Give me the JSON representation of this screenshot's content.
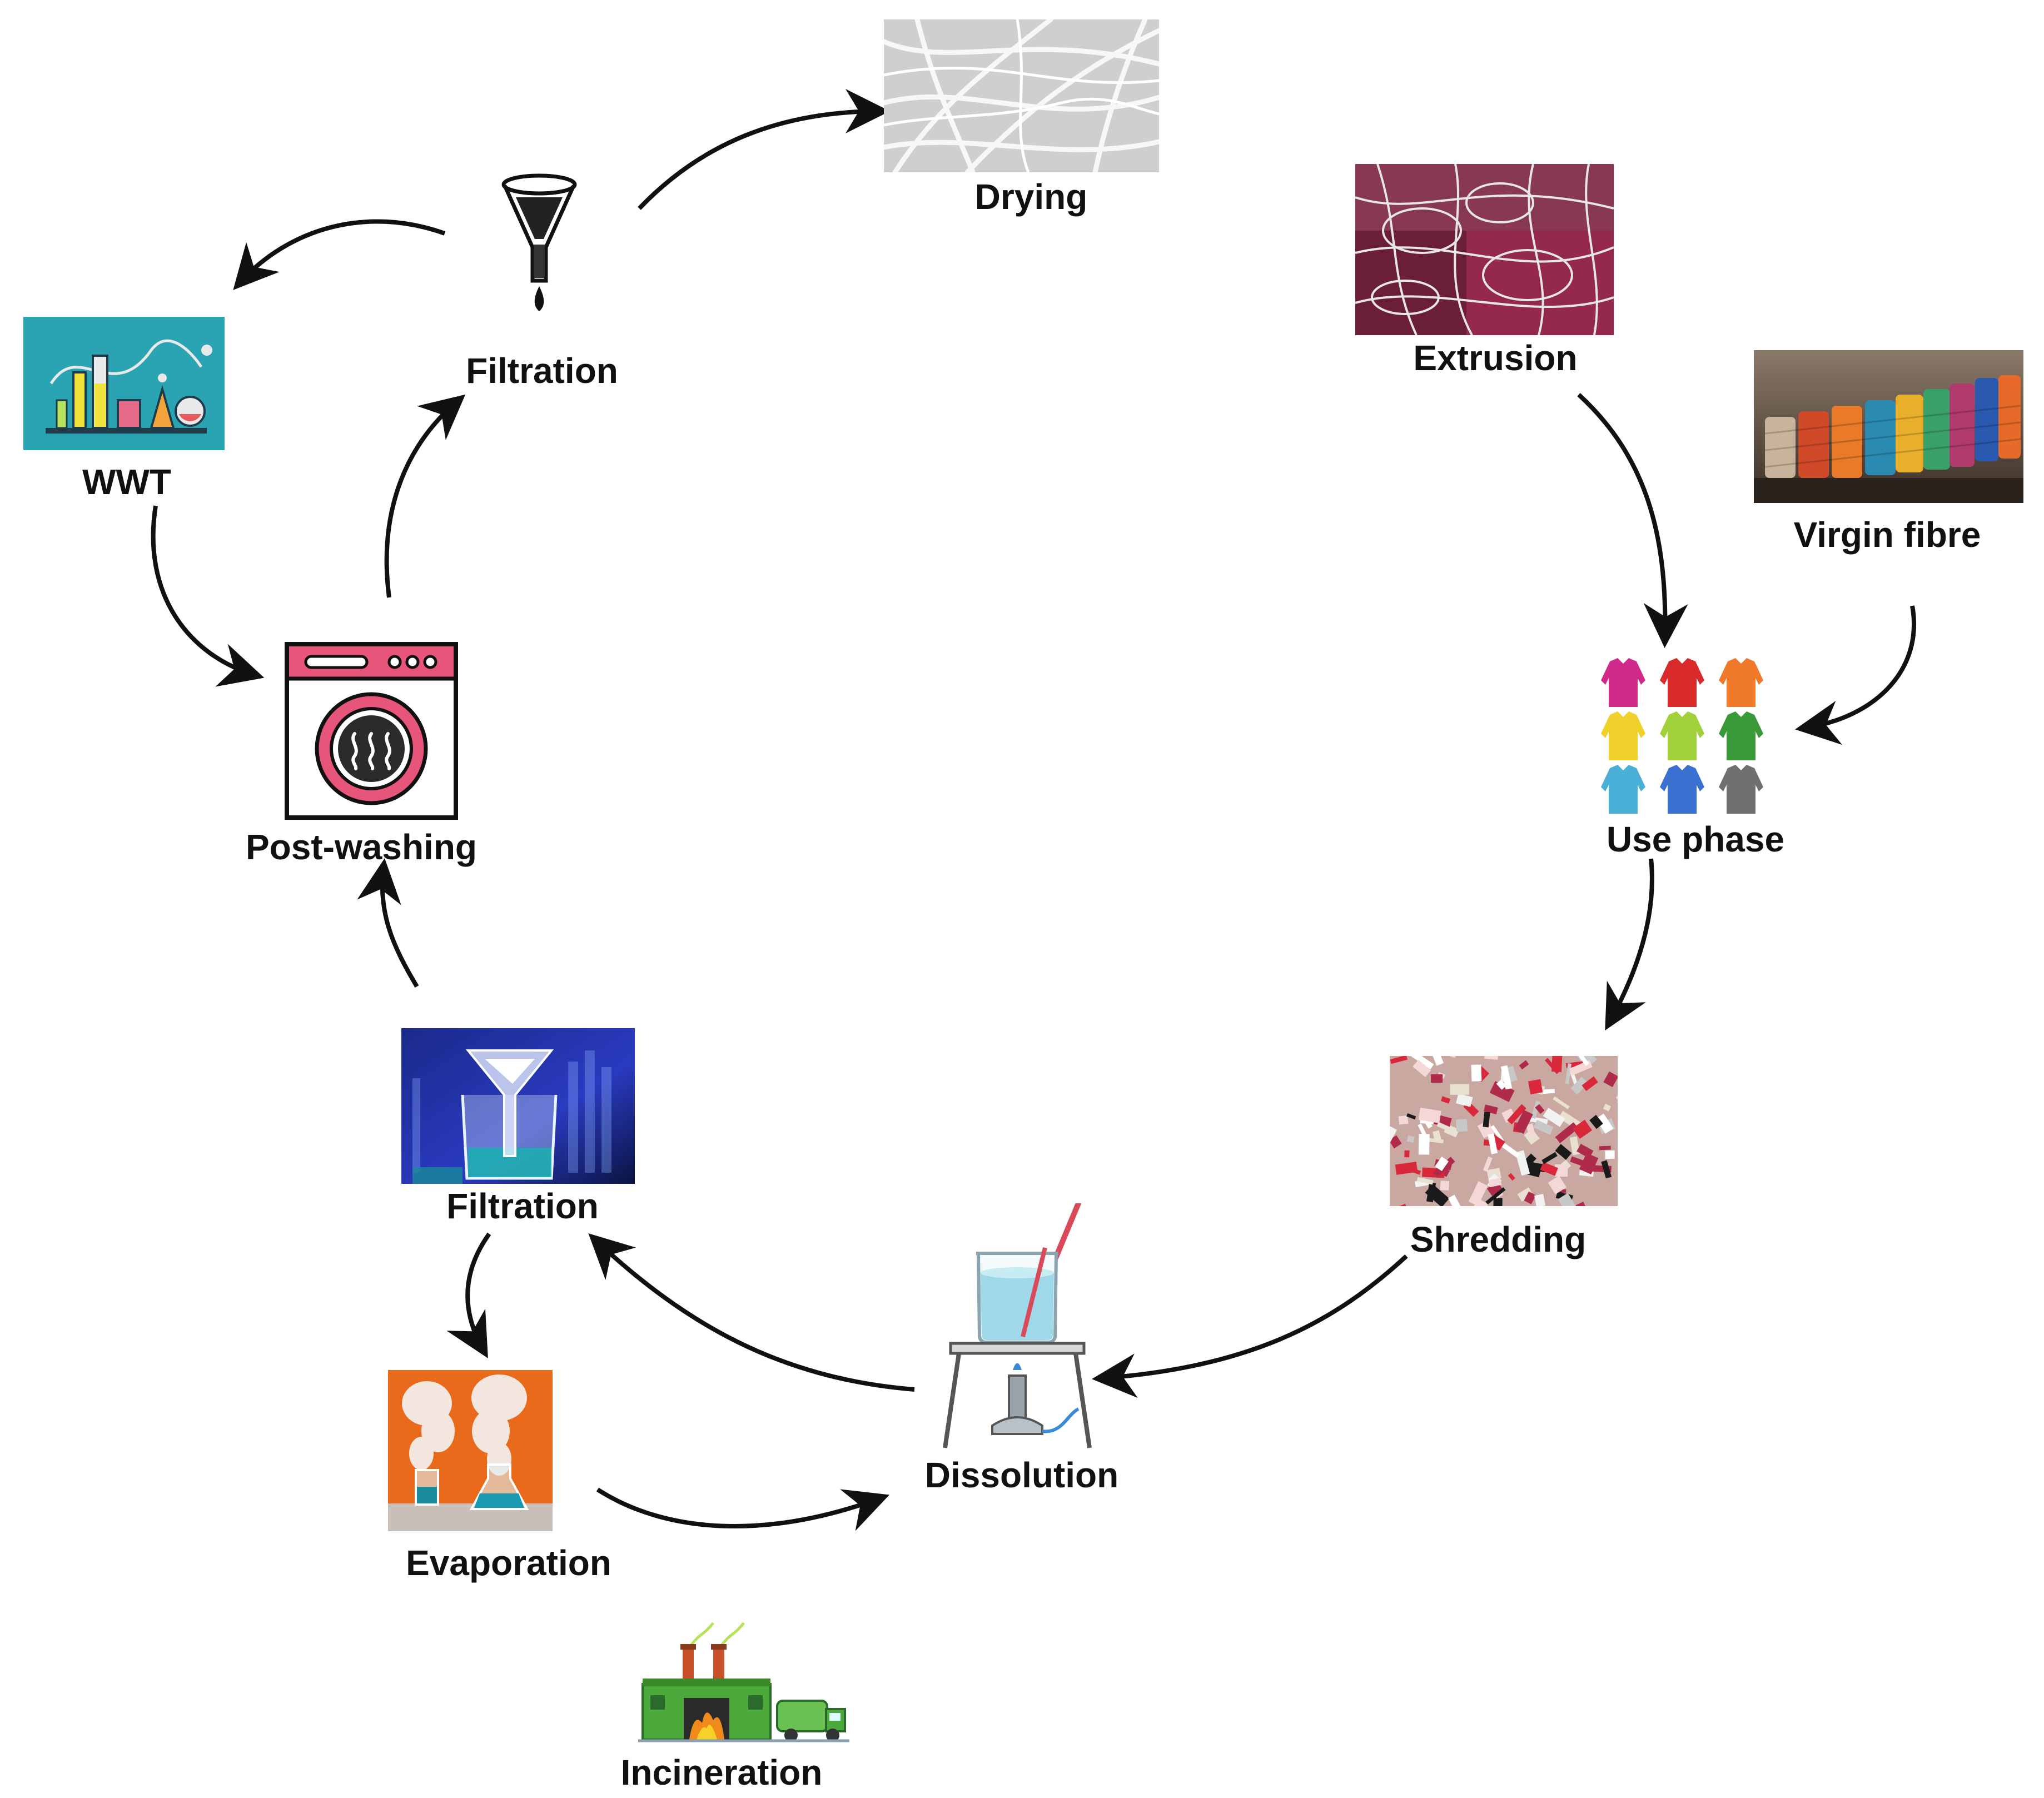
{
  "nodes": {
    "drying": {
      "label": "Drying"
    },
    "extrusion": {
      "label": "Extrusion"
    },
    "virgin_fibre": {
      "label": "Virgin fibre"
    },
    "use_phase": {
      "label": "Use phase"
    },
    "shredding": {
      "label": "Shredding"
    },
    "dissolution": {
      "label": "Dissolution"
    },
    "filtration_lower": {
      "label": "Filtration"
    },
    "evaporation": {
      "label": "Evaporation"
    },
    "incineration": {
      "label": "Incineration"
    },
    "post_washing": {
      "label": "Post-washing"
    },
    "filtration_upper": {
      "label": "Filtration"
    },
    "wwt": {
      "label": "WWT"
    }
  },
  "edges": [
    {
      "from": "extrusion",
      "to": "use_phase"
    },
    {
      "from": "virgin_fibre",
      "to": "use_phase"
    },
    {
      "from": "use_phase",
      "to": "shredding"
    },
    {
      "from": "shredding",
      "to": "dissolution"
    },
    {
      "from": "dissolution",
      "to": "filtration_lower"
    },
    {
      "from": "filtration_lower",
      "to": "evaporation"
    },
    {
      "from": "evaporation",
      "to": "dissolution"
    },
    {
      "from": "filtration_lower",
      "to": "post_washing"
    },
    {
      "from": "post_washing",
      "to": "filtration_upper"
    },
    {
      "from": "filtration_upper",
      "to": "drying"
    },
    {
      "from": "filtration_upper",
      "to": "wwt"
    },
    {
      "from": "wwt",
      "to": "post_washing"
    }
  ],
  "colors": {
    "arrow": "#111111",
    "wwt_bg": "#2aa3b3",
    "washer_pink": "#e8557a",
    "extrusion_bg": "#8a2a4a",
    "evaporation_bg": "#e86a1a",
    "factory_green": "#4caa3c",
    "beaker_blue": "#9fd8e8"
  }
}
